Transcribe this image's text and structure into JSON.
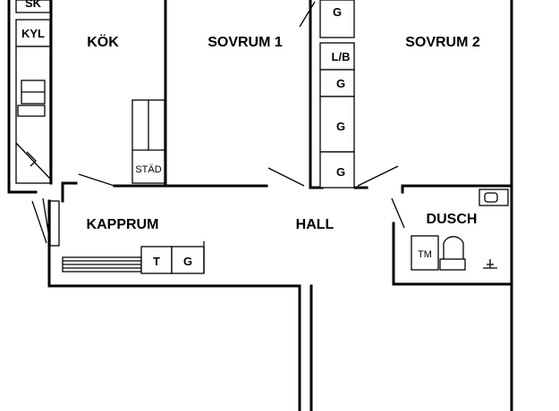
{
  "rooms": {
    "kitchen": "KÖK",
    "bedroom1": "SOVRUM 1",
    "bedroom2": "SOVRUM 2",
    "closet": "KAPPRUM",
    "hall": "HALL",
    "shower": "DUSCH"
  },
  "fixtures": {
    "freezer": "SK",
    "fridge": "KYL",
    "cleaning": "STÄD",
    "linen": "L/B",
    "wardrobe": "G",
    "dryer": "T"
  }
}
